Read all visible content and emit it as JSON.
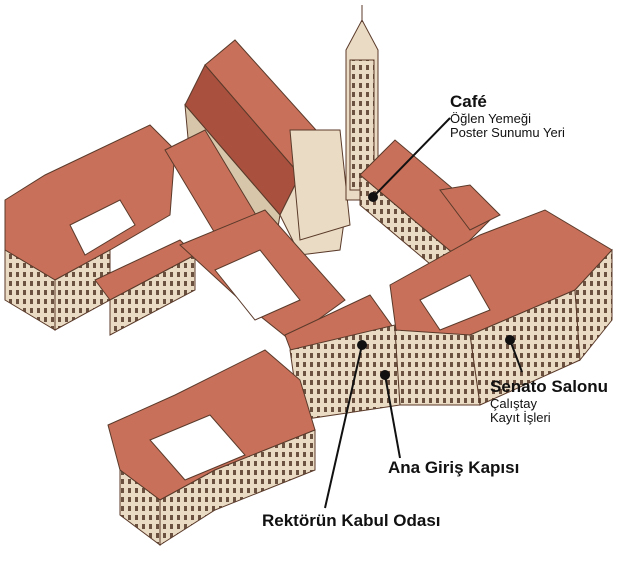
{
  "labels": {
    "cafe": {
      "title": "Café",
      "lines": [
        "Öğlen Yemeği",
        "Poster Sunumu Yeri"
      ]
    },
    "senato": {
      "title": "Senato Salonu",
      "lines": [
        "Çalıştay",
        "Kayıt İşleri"
      ]
    },
    "giris": {
      "title": "Ana Giriş Kapısı"
    },
    "rektor": {
      "title": "Rektörün Kabul Odası"
    }
  },
  "colors": {
    "roof": "#c9705a",
    "roof_dark": "#a9503f",
    "wall": "#eadbc4",
    "wall_shade": "#d8c6aa",
    "outline": "#5a3a2a",
    "leader": "#111111"
  }
}
